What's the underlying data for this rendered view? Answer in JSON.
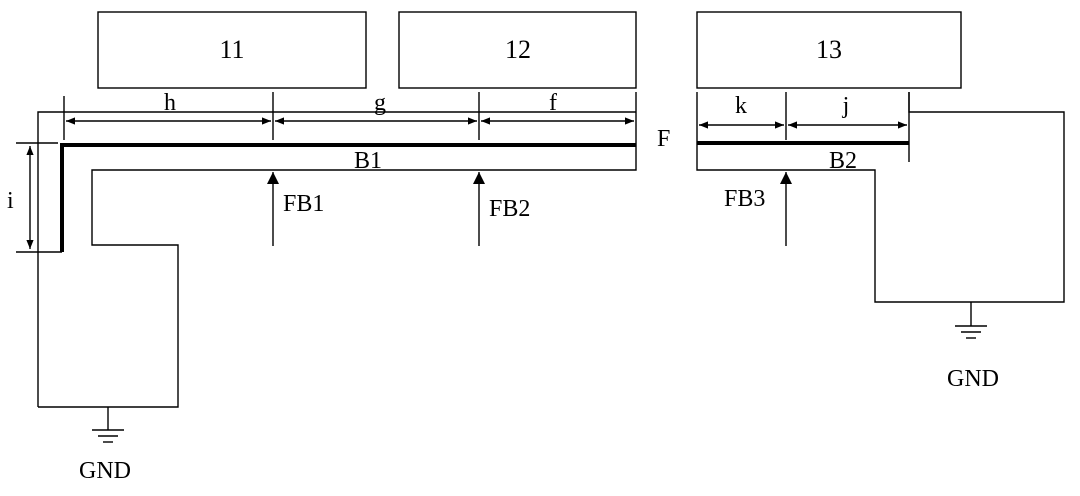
{
  "diagram": {
    "blocks": {
      "block_11": "11",
      "block_12": "12",
      "block_13": "13"
    },
    "dimensions": {
      "h": "h",
      "g": "g",
      "f": "f",
      "i": "i",
      "k": "k",
      "j": "j"
    },
    "labels": {
      "feed_point": "F",
      "branch_1": "B1",
      "branch_2": "B2",
      "feed_fb1": "FB1",
      "feed_fb2": "FB2",
      "feed_fb3": "FB3",
      "ground_left": "GND",
      "ground_right": "GND"
    }
  }
}
